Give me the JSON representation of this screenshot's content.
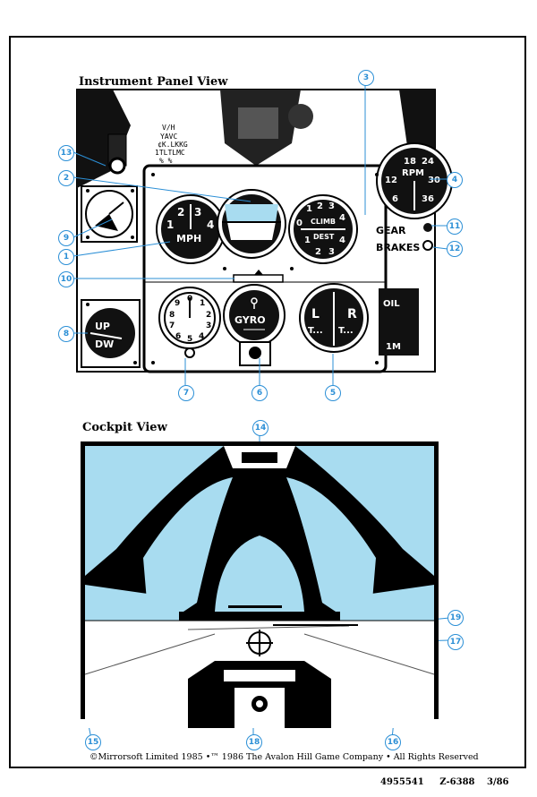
{
  "sections": {
    "panel_title": "Instrument Panel View",
    "cockpit_title": "Cockpit View"
  },
  "gauges": {
    "airspeed": {
      "numbers": [
        "1",
        "2",
        "3",
        "4"
      ],
      "label": "MPH"
    },
    "vsi": {
      "climb_nums": [
        "1",
        "2",
        "3",
        "4"
      ],
      "dest_nums": [
        "1",
        "2",
        "3",
        "4"
      ],
      "climb": "CLIMB",
      "dest": "DEST",
      "zero": "0"
    },
    "rpm": {
      "label": "RPM",
      "numbers": [
        "18",
        "24",
        "12",
        "30",
        "6",
        "36"
      ]
    },
    "gyro": {
      "label": "GYRO"
    },
    "altimeter": {
      "numbers": [
        "0",
        "1",
        "2",
        "3",
        "4",
        "5",
        "6",
        "7",
        "8",
        "9"
      ]
    },
    "turn": {
      "left": "L",
      "right": "R",
      "left_dots": "T...",
      "right_dots": "T..."
    },
    "flaps": {
      "up": "UP",
      "down": "DW"
    },
    "oil": {
      "label": "OIL",
      "sub": "1M"
    },
    "placard": [
      "V/H",
      "YAVC",
      "¢K.LKKG",
      "1TLTLMC",
      "% %"
    ]
  },
  "controls": {
    "gear": "GEAR",
    "brakes": "BRAKES"
  },
  "callouts": [
    "1",
    "2",
    "3",
    "4",
    "5",
    "6",
    "7",
    "8",
    "9",
    "10",
    "11",
    "12",
    "13",
    "14",
    "15",
    "16",
    "17",
    "18",
    "19"
  ],
  "copyright": "©Mirrorsoft Limited 1985 •™ 1986 The Avalon Hill Game Company • All Rights Reserved",
  "footer": {
    "part": "4955541",
    "code": "Z-6388",
    "date": "3/86"
  },
  "colors": {
    "accent": "#2b8fd6",
    "sky": "#a8dcf0",
    "ink": "#000000"
  }
}
